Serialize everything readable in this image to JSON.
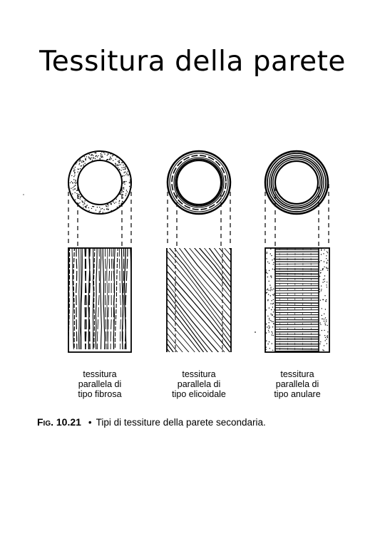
{
  "title": "Tessitura della parete",
  "panels": [
    {
      "id": "fibrosa",
      "caption": [
        "tessitura",
        "parallela di",
        "tipo fibrosa"
      ]
    },
    {
      "id": "elicoidale",
      "caption": [
        "tessitura",
        "parallela di",
        "tipo elicoidale"
      ]
    },
    {
      "id": "anulare",
      "caption": [
        "tessitura",
        "parallela di",
        "tipo anulare"
      ]
    }
  ],
  "figure": {
    "label": "Fig. 10.21",
    "bullet": "•",
    "text": "Tipi di tessiture della parete secondaria."
  }
}
